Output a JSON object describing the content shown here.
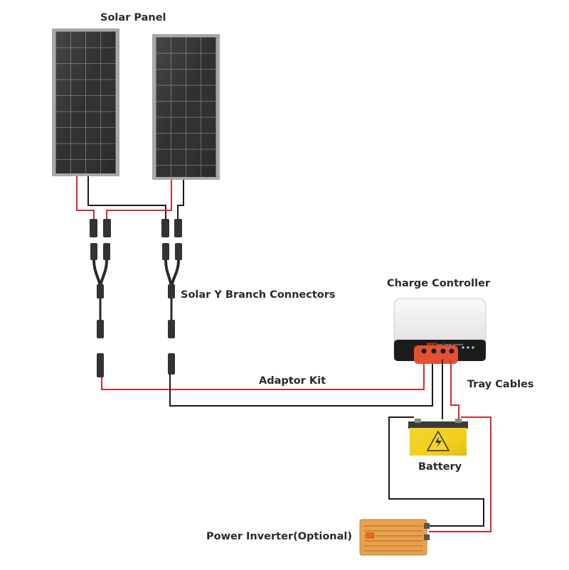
{
  "labels": {
    "solar_panel": "Solar Panel",
    "y_branch": "Solar Y Branch Connectors",
    "charge_controller": "Charge Controller",
    "adaptor_kit": "Adaptor Kit",
    "tray_cables": "Tray Cables",
    "battery": "Battery",
    "power_inverter": "Power Inverter(Optional)"
  },
  "controller_face": {
    "brand": "MPPT",
    "subtitle": "Solar Charge Controller"
  },
  "colors": {
    "positive_wire": "#d02d2d",
    "negative_wire": "#1a1a1a",
    "panel_frame": "#a7a7a7",
    "panel_cell": "#2b2b2b",
    "controller_body": "#efefef",
    "controller_band": "#1c1c1c",
    "terminal_block": "#e4512e",
    "battery_body": "#f2cf16",
    "inverter_body": "#e4a14e"
  }
}
